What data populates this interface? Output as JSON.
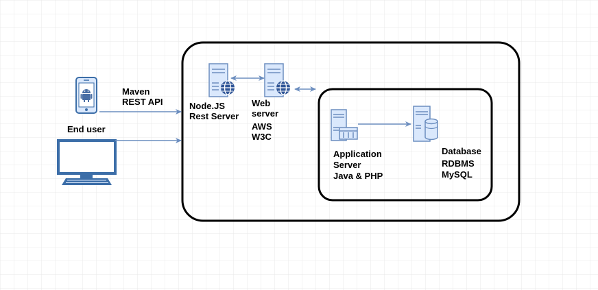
{
  "diagram": {
    "labels": {
      "mobile": [
        "Maven",
        "REST API"
      ],
      "end_user": [
        "End user"
      ],
      "node_server": [
        "Node.JS",
        "Rest Server"
      ],
      "web_server": [
        "Web",
        "server",
        "AWS",
        "W3C"
      ],
      "app_server": [
        "Application",
        "Server",
        "Java & PHP"
      ],
      "database": [
        "Database",
        "RDBMS",
        "MySQL"
      ]
    },
    "colors": {
      "grid": "#e6e6e6",
      "container_border": "#000000",
      "arrow": "#6c8ebf",
      "server_fill": "#dae8fc",
      "server_stroke": "#6c8ebf",
      "globe_fill": "#2f5597",
      "device_stroke": "#3c6ea8",
      "device_fill": "#dae8fc",
      "android": "#4a6fa5"
    },
    "icons": {
      "mobile": "android-phone-icon",
      "desktop": "desktop-computer-icon",
      "node_server": "web-server-icon",
      "web_server": "web-server-icon",
      "app_server": "application-server-icon",
      "database": "database-server-icon"
    }
  }
}
